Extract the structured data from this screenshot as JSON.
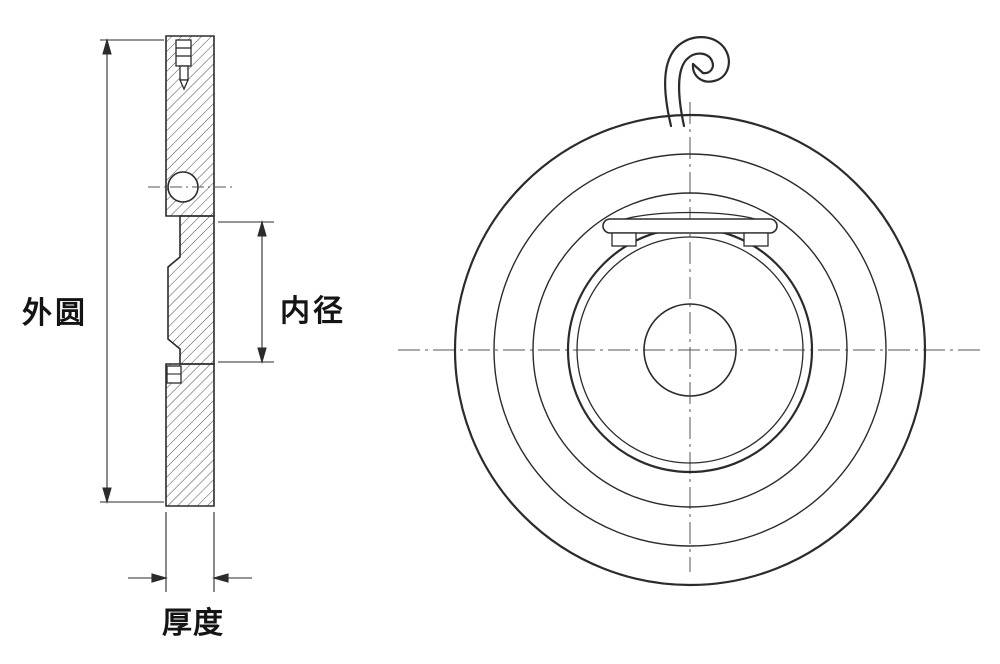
{
  "page": {
    "background": "#ffffff",
    "line_color": "#2b2b2b",
    "centerline_color": "#555555"
  },
  "labels": {
    "outer_diameter": "外圆",
    "inner_diameter": "内径",
    "thickness": "厚度"
  }
}
